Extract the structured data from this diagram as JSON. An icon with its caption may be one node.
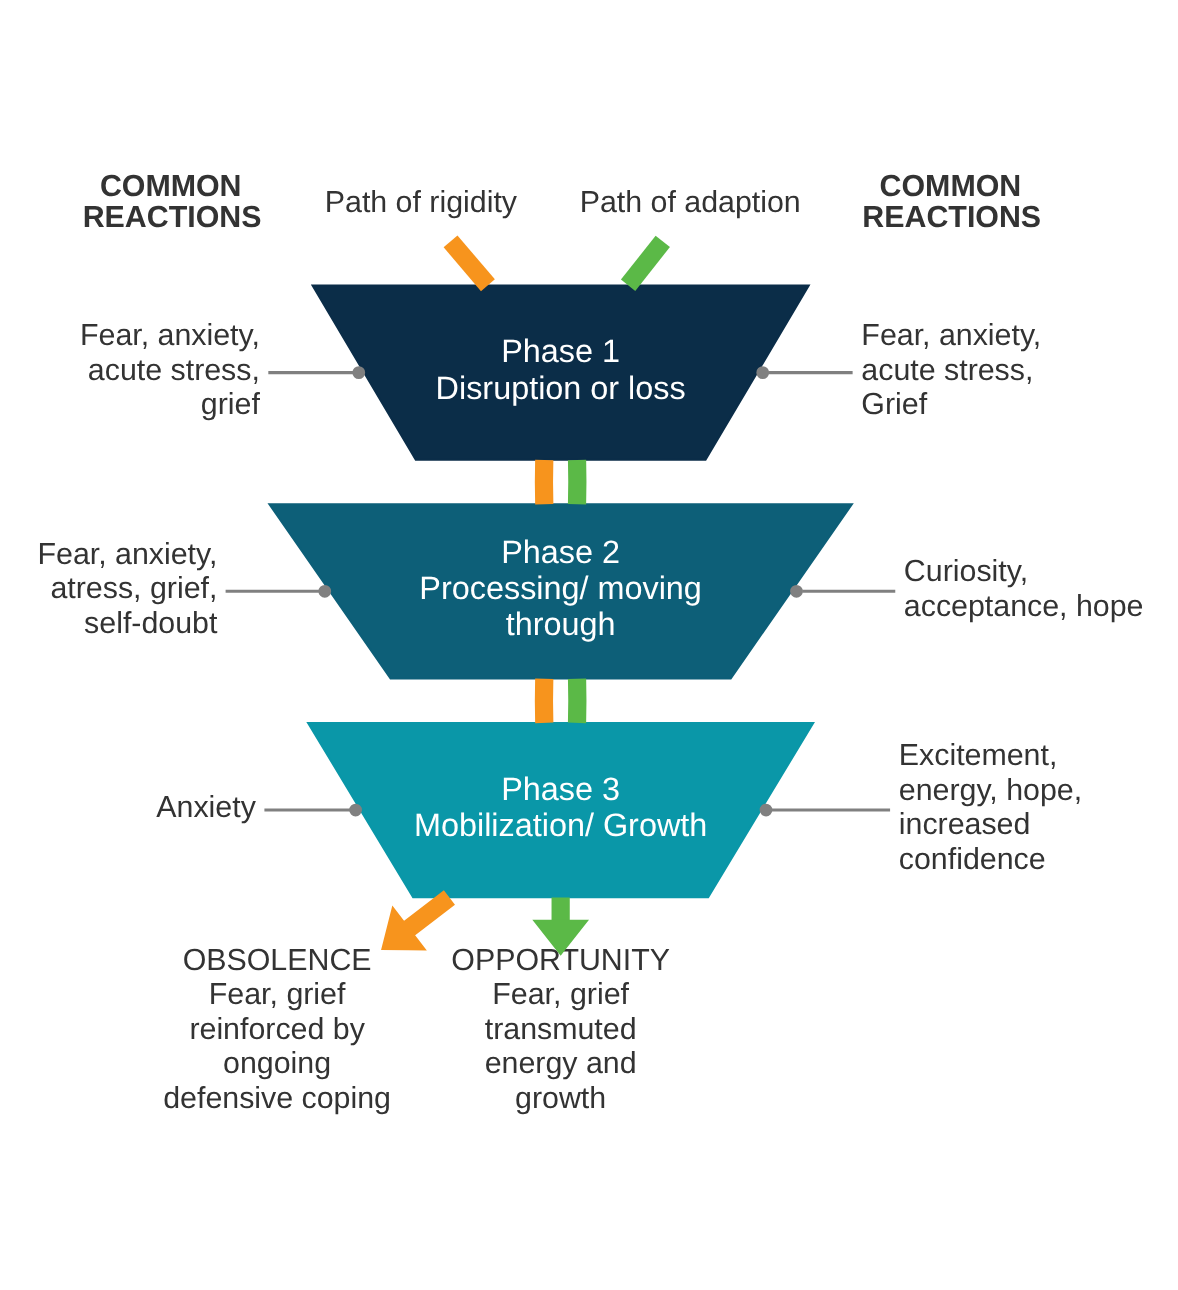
{
  "diagram": {
    "nodes": [
      {
        "text": [
          "Path of rigidity"
        ]
      },
      {
        "text": [
          "Path of adaption"
        ]
      },
      {
        "text": [
          "Fear, anxiety, acute stress, grief"
        ]
      },
      {
        "text": [
          "Phase 1",
          "Disruption or loss"
        ]
      },
      {
        "text": [
          "Fear, anxiety, acute stress, Grief"
        ]
      },
      {
        "text": [
          "Fear, anxiety, atress, grief, self-doubt"
        ]
      },
      {
        "text": [
          "Phase 2",
          "Processing/ moving through"
        ]
      },
      {
        "text": [
          "Curiosity, acceptance, hope"
        ]
      },
      {
        "text": [
          "Anxiety"
        ]
      },
      {
        "text": [
          "Phase 3",
          "Mobilization/ Growth"
        ]
      },
      {
        "text": [
          "Excitement, energy, hope, increased confidence"
        ]
      },
      {
        "text": [
          "OBSOLENCE",
          "Fear, grief reinforced by ongoing defensive coping"
        ]
      },
      {
        "text": [
          "OPPORTUNITY",
          "Fear, grief transmuted energy and growth"
        ]
      }
    ],
    "edges": [
      {
        "from": 0,
        "to": 3,
        "arrow": "none",
        "color": "#f7941d"
      },
      {
        "from": 3,
        "to": 6,
        "arrow": "none",
        "color": "#f7941d"
      },
      {
        "from": 6,
        "to": 9,
        "arrow": "none",
        "color": "#f7941d"
      },
      {
        "from": 9,
        "to": 11,
        "arrow": "to",
        "color": "#f7941d"
      },
      {
        "from": 1,
        "to": 3,
        "arrow": "none",
        "color": "#5bb947"
      },
      {
        "from": 3,
        "to": 6,
        "arrow": "none",
        "color": "#5bb947"
      },
      {
        "from": 6,
        "to": 9,
        "arrow": "none",
        "color": "#5bb947"
      },
      {
        "from": 9,
        "to": 12,
        "arrow": "to",
        "color": "#5bb947"
      },
      {
        "from": 2,
        "to": 3,
        "arrow": "other"
      },
      {
        "from": 4,
        "to": 3,
        "arrow": "other"
      },
      {
        "from": 5,
        "to": 6,
        "arrow": "other"
      },
      {
        "from": 7,
        "to": 6,
        "arrow": "other"
      },
      {
        "from": 8,
        "to": 9,
        "arrow": "other"
      },
      {
        "from": 10,
        "to": 9,
        "arrow": "other"
      }
    ],
    "labels": [
      "COMMON REACTIONS",
      "COMMON REACTIONS"
    ]
  }
}
